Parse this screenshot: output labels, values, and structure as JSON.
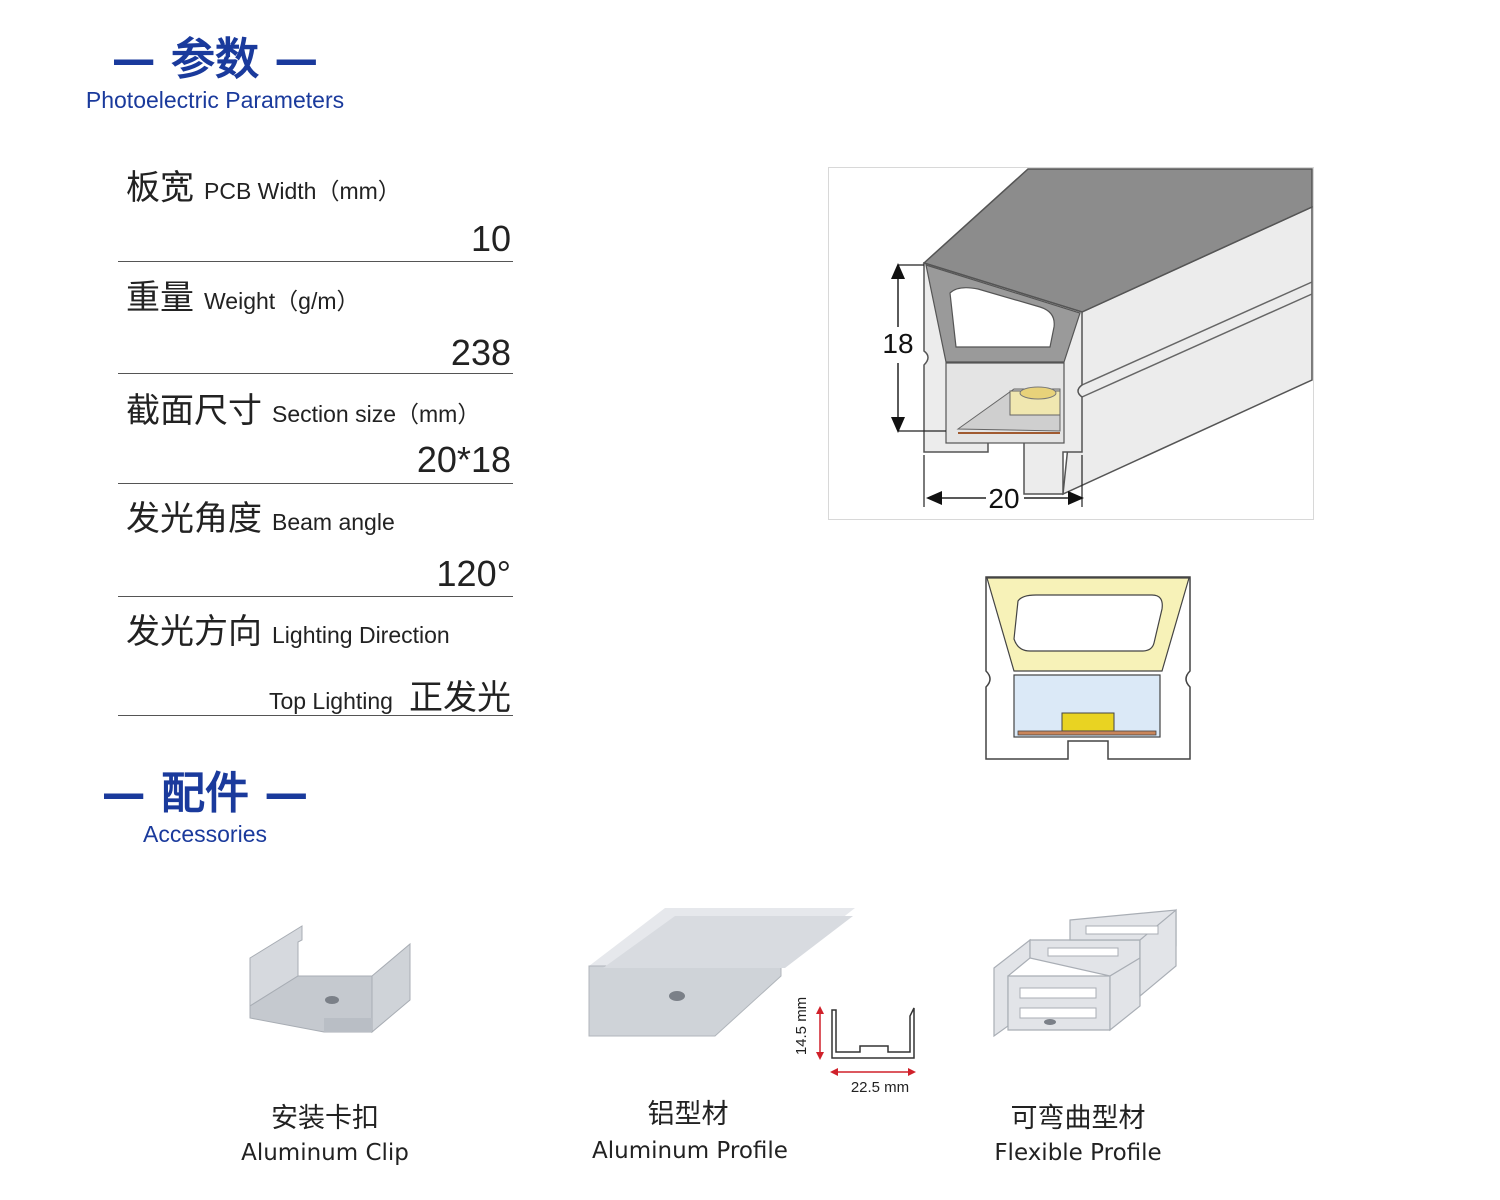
{
  "section1": {
    "title_cn": "— 参数 —",
    "title_en": "Photoelectric Parameters"
  },
  "params": [
    {
      "label_cn": "板宽",
      "label_en": "PCB Width（mm）",
      "value": "10"
    },
    {
      "label_cn": "重量",
      "label_en": "Weight（g/m）",
      "value": "238"
    },
    {
      "label_cn": "截面尺寸",
      "label_en": "Section size（mm）",
      "value": "20*18"
    },
    {
      "label_cn": "发光角度",
      "label_en": "Beam angle",
      "value": "120°"
    },
    {
      "label_cn": "发光方向",
      "label_en": "Lighting Direction",
      "value_en": "Top Lighting",
      "value_cn": "正发光"
    }
  ],
  "diagram": {
    "height_label": "18",
    "width_label": "20"
  },
  "section2": {
    "title_cn": "— 配件 —",
    "title_en": "Accessories"
  },
  "accessories": [
    {
      "name_cn": "安装卡扣",
      "name_en": "Aluminum Clip"
    },
    {
      "name_cn": "铝型材",
      "name_en": "Aluminum Profile",
      "dim_height": "14.5 mm",
      "dim_width": "22.5 mm"
    },
    {
      "name_cn": "可弯曲型材",
      "name_en": "Flexible Profile"
    }
  ],
  "colors": {
    "accent": "#1a3a9c",
    "glow": "#f7f2b8",
    "led": "#e9d322",
    "pcb": "#c9855a",
    "dim_red": "#d0202a"
  }
}
